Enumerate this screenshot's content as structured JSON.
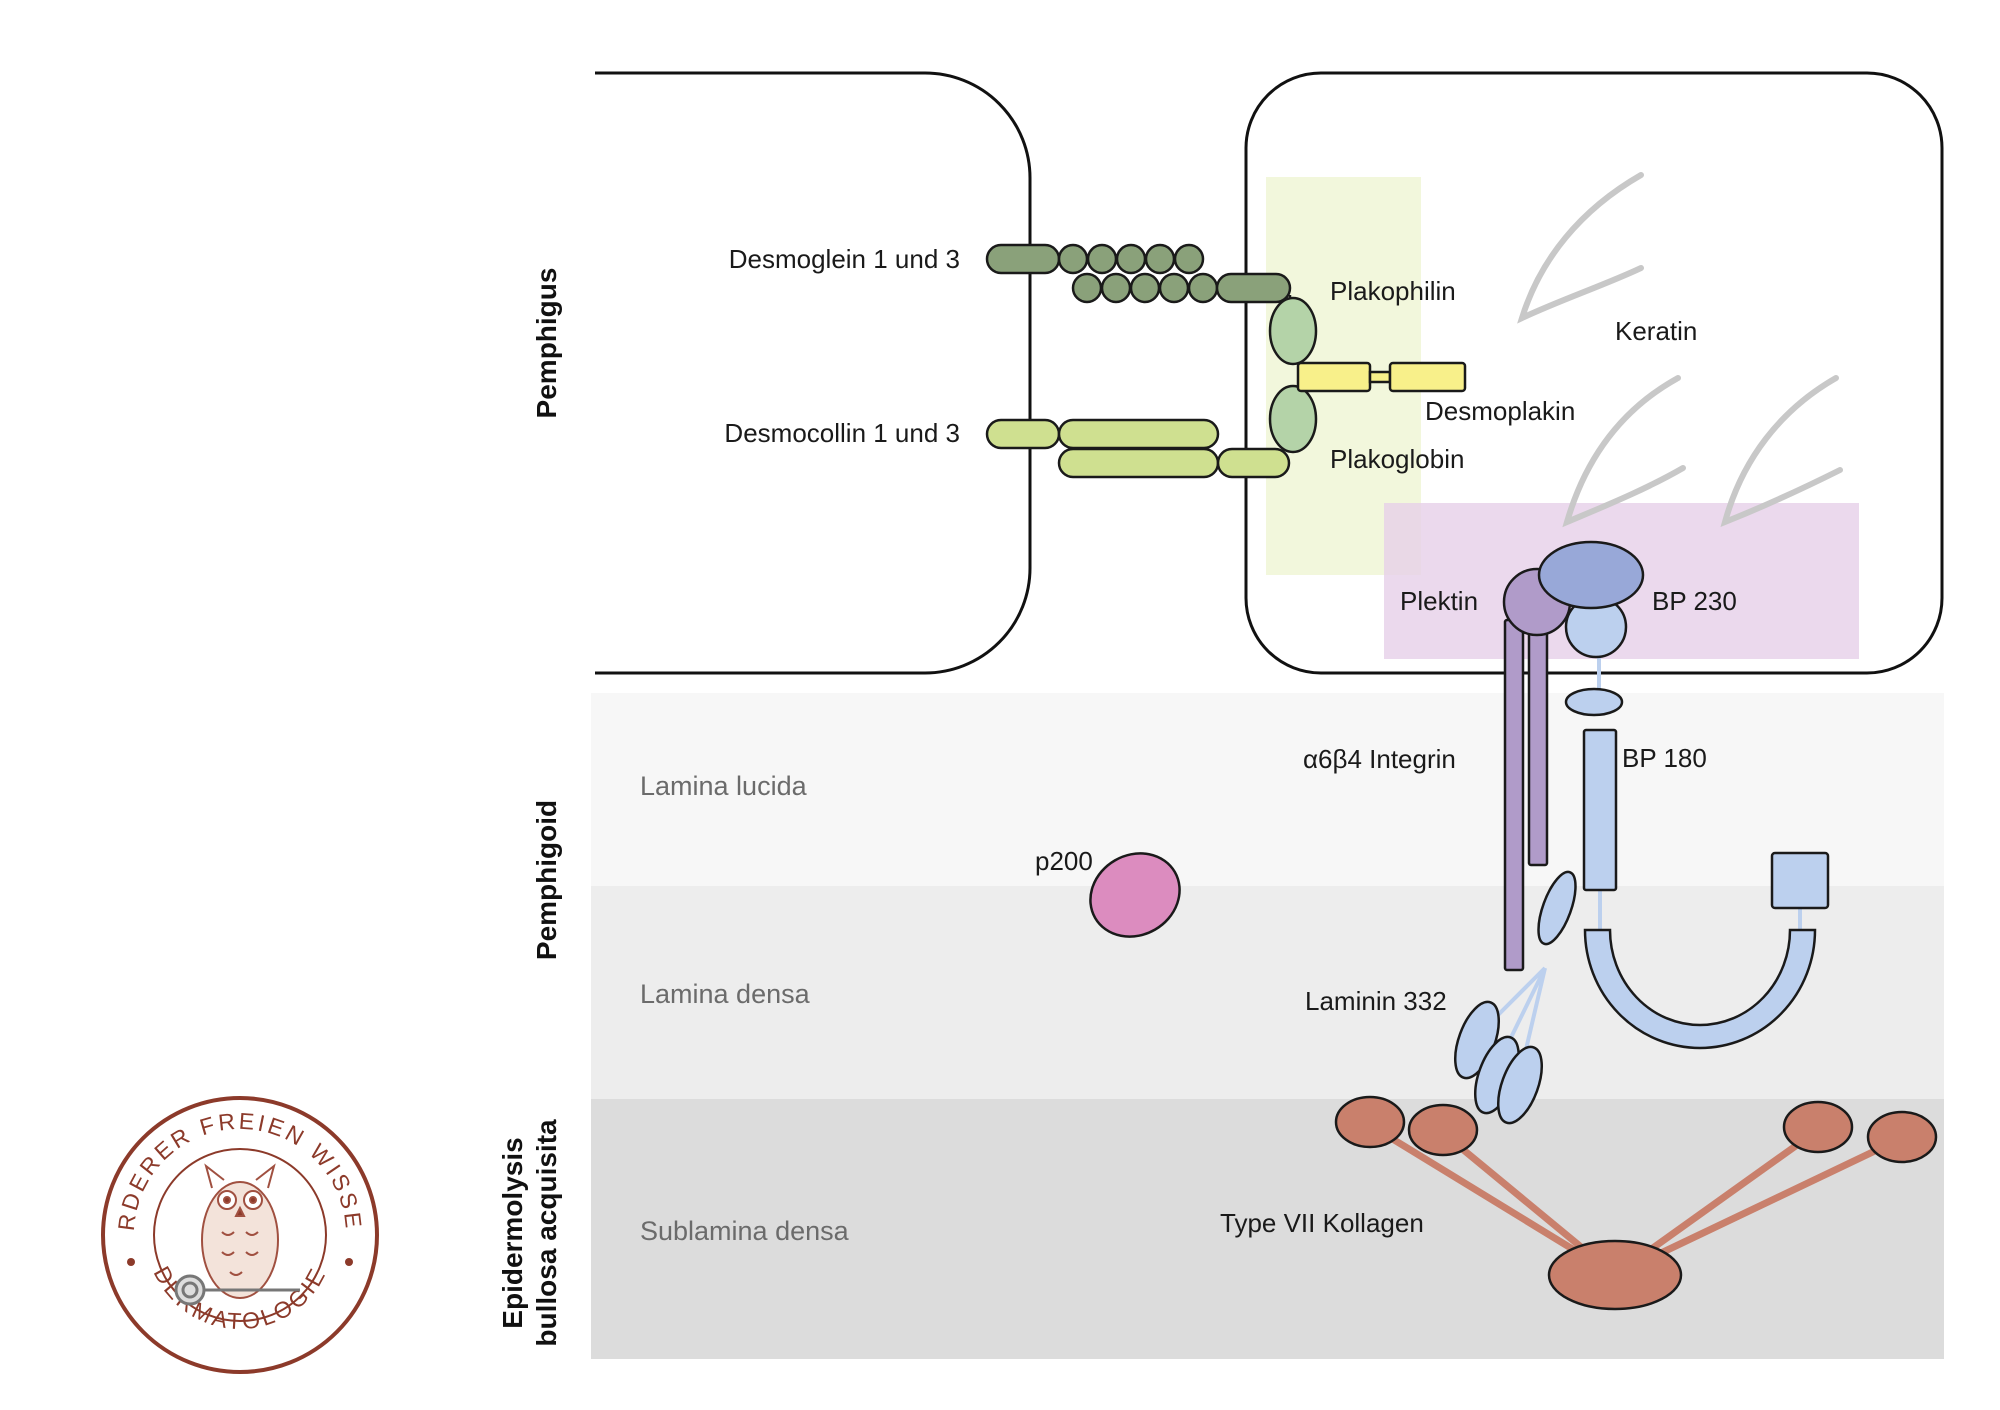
{
  "side_labels": {
    "pemphigus": "Pemphigus",
    "pemphigoid": "Pemphigoid",
    "eba_line1": "Epidermolysis",
    "eba_line2": "bullosa acquisita"
  },
  "zones": {
    "lamina_lucida": "Lamina lucida",
    "lamina_densa": "Lamina densa",
    "sublamina_densa": "Sublamina densa"
  },
  "proteins": {
    "desmoglein": "Desmoglein 1 und 3",
    "desmocollin": "Desmocollin 1 und 3",
    "plakophilin": "Plakophilin",
    "keratin": "Keratin",
    "desmoplakin": "Desmoplakin",
    "plakoglobin": "Plakoglobin",
    "plektin": "Plektin",
    "bp230": "BP 230",
    "integrin": "α6β4 Integrin",
    "bp180": "BP 180",
    "p200": "p200",
    "laminin": "Laminin 332",
    "collagen": "Type VII Kollagen"
  },
  "logo": {
    "top_text": "FÖRDERER FREIEN WISSENS",
    "bottom_text": "DERMATOLOGIE"
  },
  "colors": {
    "desmoglein": "#8aa17a",
    "desmocollin": "#cfe090",
    "plakophilin_plakoglobin": "#b4d3a8",
    "desmoplakin": "#f8f08a",
    "keratin": "#c8c8c8",
    "plektin": "#b09bc9",
    "bp230_bp180_laminin": "#bcd0ee",
    "bp230_head": "#98a8d8",
    "p200": "#dc8cbf",
    "collagen": "#c9806c",
    "stamp": "#8c3a2a"
  }
}
